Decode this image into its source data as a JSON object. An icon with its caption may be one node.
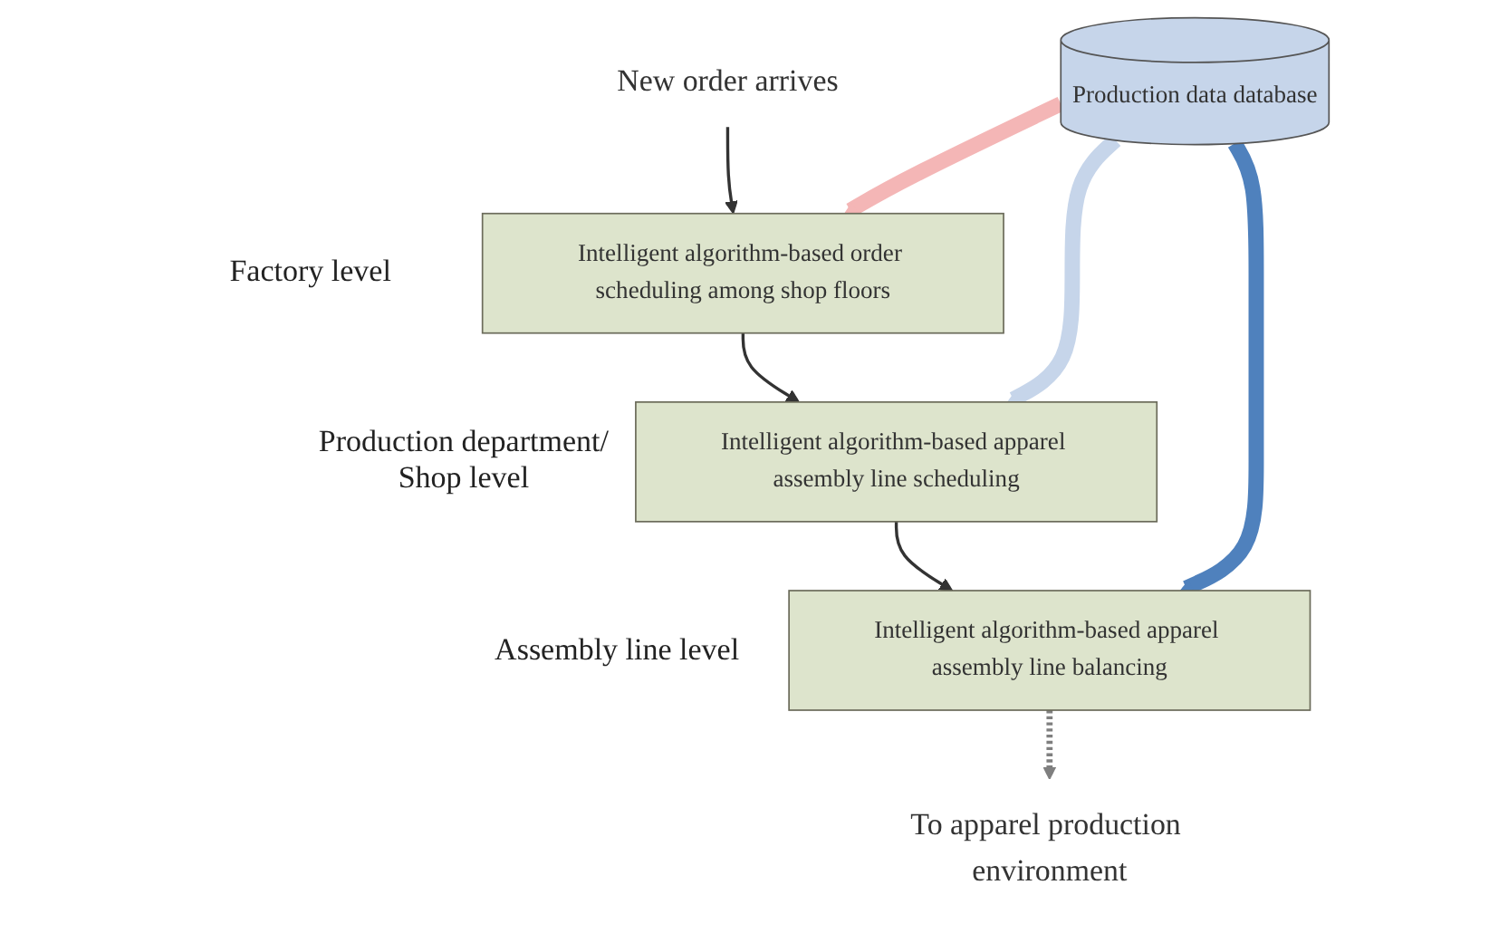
{
  "diagram": {
    "nodes": [
      {
        "text": [
          "New order arrives"
        ]
      },
      {
        "text": [
          "Intelligent algorithm-based order scheduling among shop floors"
        ],
        "beside": [
          "Factory level"
        ]
      },
      {
        "text": [
          "Intelligent algorithm-based apparel assembly line scheduling"
        ],
        "beside": [
          "Production department/ Shop level"
        ]
      },
      {
        "text": [
          "Intelligent algorithm-based apparel assembly line balancing"
        ],
        "beside": [
          "Assembly line level"
        ]
      },
      {
        "text": [
          "To apparel production environment"
        ]
      },
      {
        "text": [
          "Production data database"
        ]
      }
    ],
    "edges": [
      {
        "from": 0,
        "to": 1,
        "arrow": "to"
      },
      {
        "from": 1,
        "to": 2,
        "arrow": "to"
      },
      {
        "from": 2,
        "to": 3,
        "arrow": "to"
      },
      {
        "from": 3,
        "to": 4,
        "arrow": "to",
        "style": "dashed",
        "color": "#7f7f7f"
      },
      {
        "from": 5,
        "to": 1,
        "arrow": "to",
        "style": "thick",
        "color": "#f4b6b6"
      },
      {
        "from": 5,
        "to": 2,
        "arrow": "to",
        "style": "thick",
        "color": "#c6d5ea"
      },
      {
        "from": 5,
        "to": 3,
        "arrow": "to",
        "style": "thick",
        "color": "#4f81bd"
      }
    ]
  }
}
